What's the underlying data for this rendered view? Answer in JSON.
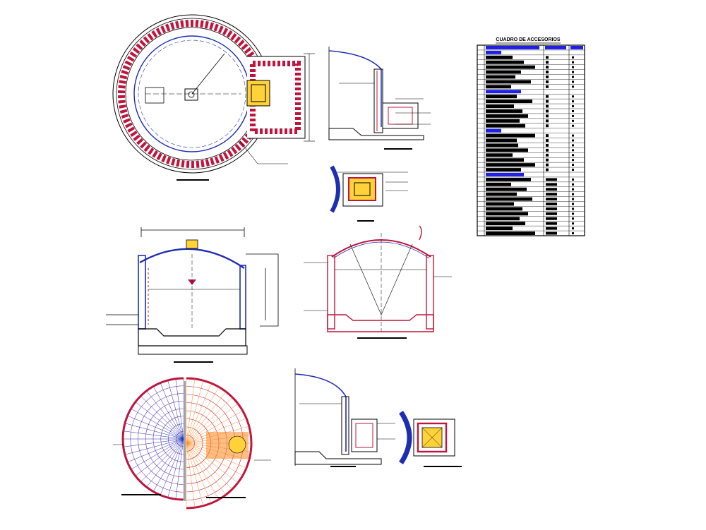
{
  "schedule": {
    "title": "CUADRO DE ACCESORIOS",
    "row_count": 39,
    "group_header_rows": [
      1,
      9,
      17,
      26
    ],
    "colors": {
      "header_blue": "#1f1fe6",
      "ink": "#000000"
    }
  },
  "colors": {
    "wall_red": "#c0143c",
    "ring_pink": "#d86a8a",
    "line_blue": "#1d2fb0",
    "highlight_yellow": "#ffd23a",
    "rebar_orange": "#ff8a1f",
    "rebar_purple": "#7b2fbf",
    "ink": "#000000"
  }
}
